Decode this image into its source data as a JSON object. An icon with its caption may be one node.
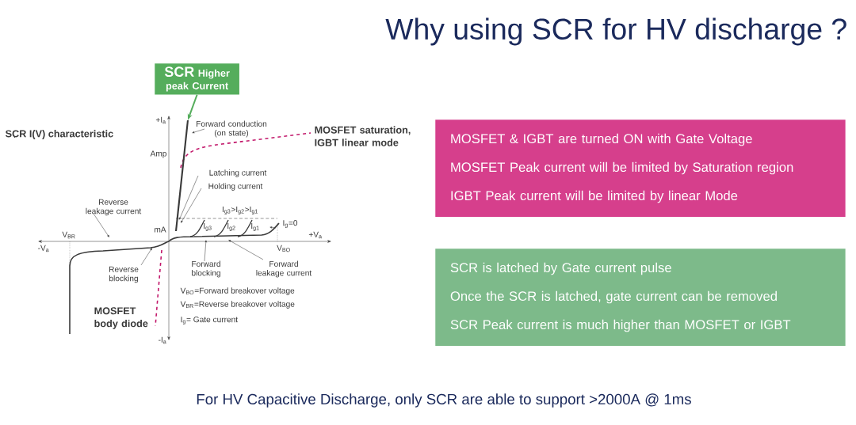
{
  "diagram": {
    "title": "Why using SCR for HV discharge ?",
    "caption": "For HV Capacitive Discharge, only SCR are able to support >2000A @ 1ms",
    "nodes": [
      {
        "text": [
          "SCR",
          "Higher peak Current"
        ]
      },
      {
        "text": [
          "MOSFET & IGBT are turned ON with Gate Voltage",
          "MOSFET Peak current will be limited by Saturation region",
          "IGBT Peak current will be limited by linear Mode"
        ]
      },
      {
        "text": [
          "SCR is latched by Gate current pulse",
          "Once the SCR is latched, gate current can be removed",
          "SCR Peak current is much higher than MOSFET or IGBT"
        ]
      },
      {
        "text": [],
        "shape": "line"
      }
    ],
    "edges": [
      {
        "from": 0,
        "to": 3,
        "arrow": "to"
      }
    ],
    "labels": [
      "SCR I(V) characteristic",
      "+I$_{a}$",
      "Forward conduction (on state)",
      "MOSFET saturation, IGBT linear mode",
      "Amp",
      "Latching current",
      "Holding current",
      "Reverse leakage current",
      "I$_{g3}$>I$_{g2}$>I$_{g1}$",
      "mA",
      "I$_{g3}$",
      "I$_{g2}$",
      "I$_{g1}$",
      "I$_{g}$=0",
      "V$_{BR}$",
      "+V$_{a}$",
      "-V$_{a}$",
      "V$_{BO}$",
      "Reverse blocking",
      "Forward blocking",
      "Forward leakage current",
      "V$_{BO}$=Forward breakover voltage",
      "V$_{BR}$=Reverse breakover voltage",
      "I$_{g}$= Gate current",
      "MOSFET body diode",
      "-I$_{a}$"
    ]
  }
}
